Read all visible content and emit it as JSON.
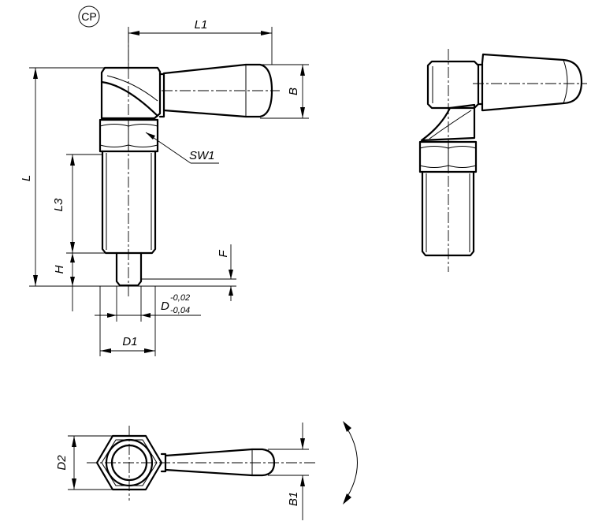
{
  "symbol": "CP",
  "dimensions": {
    "L1": "L1",
    "B": "B",
    "SW1": "SW1",
    "L": "L",
    "L3": "L3",
    "H": "H",
    "F": "F",
    "D": "D",
    "D_upper_tol": "-0,02",
    "D_lower_tol": "-0,04",
    "D1": "D1",
    "D2": "D2",
    "B1": "B1"
  },
  "colors": {
    "line": "#000000",
    "background": "#ffffff"
  }
}
